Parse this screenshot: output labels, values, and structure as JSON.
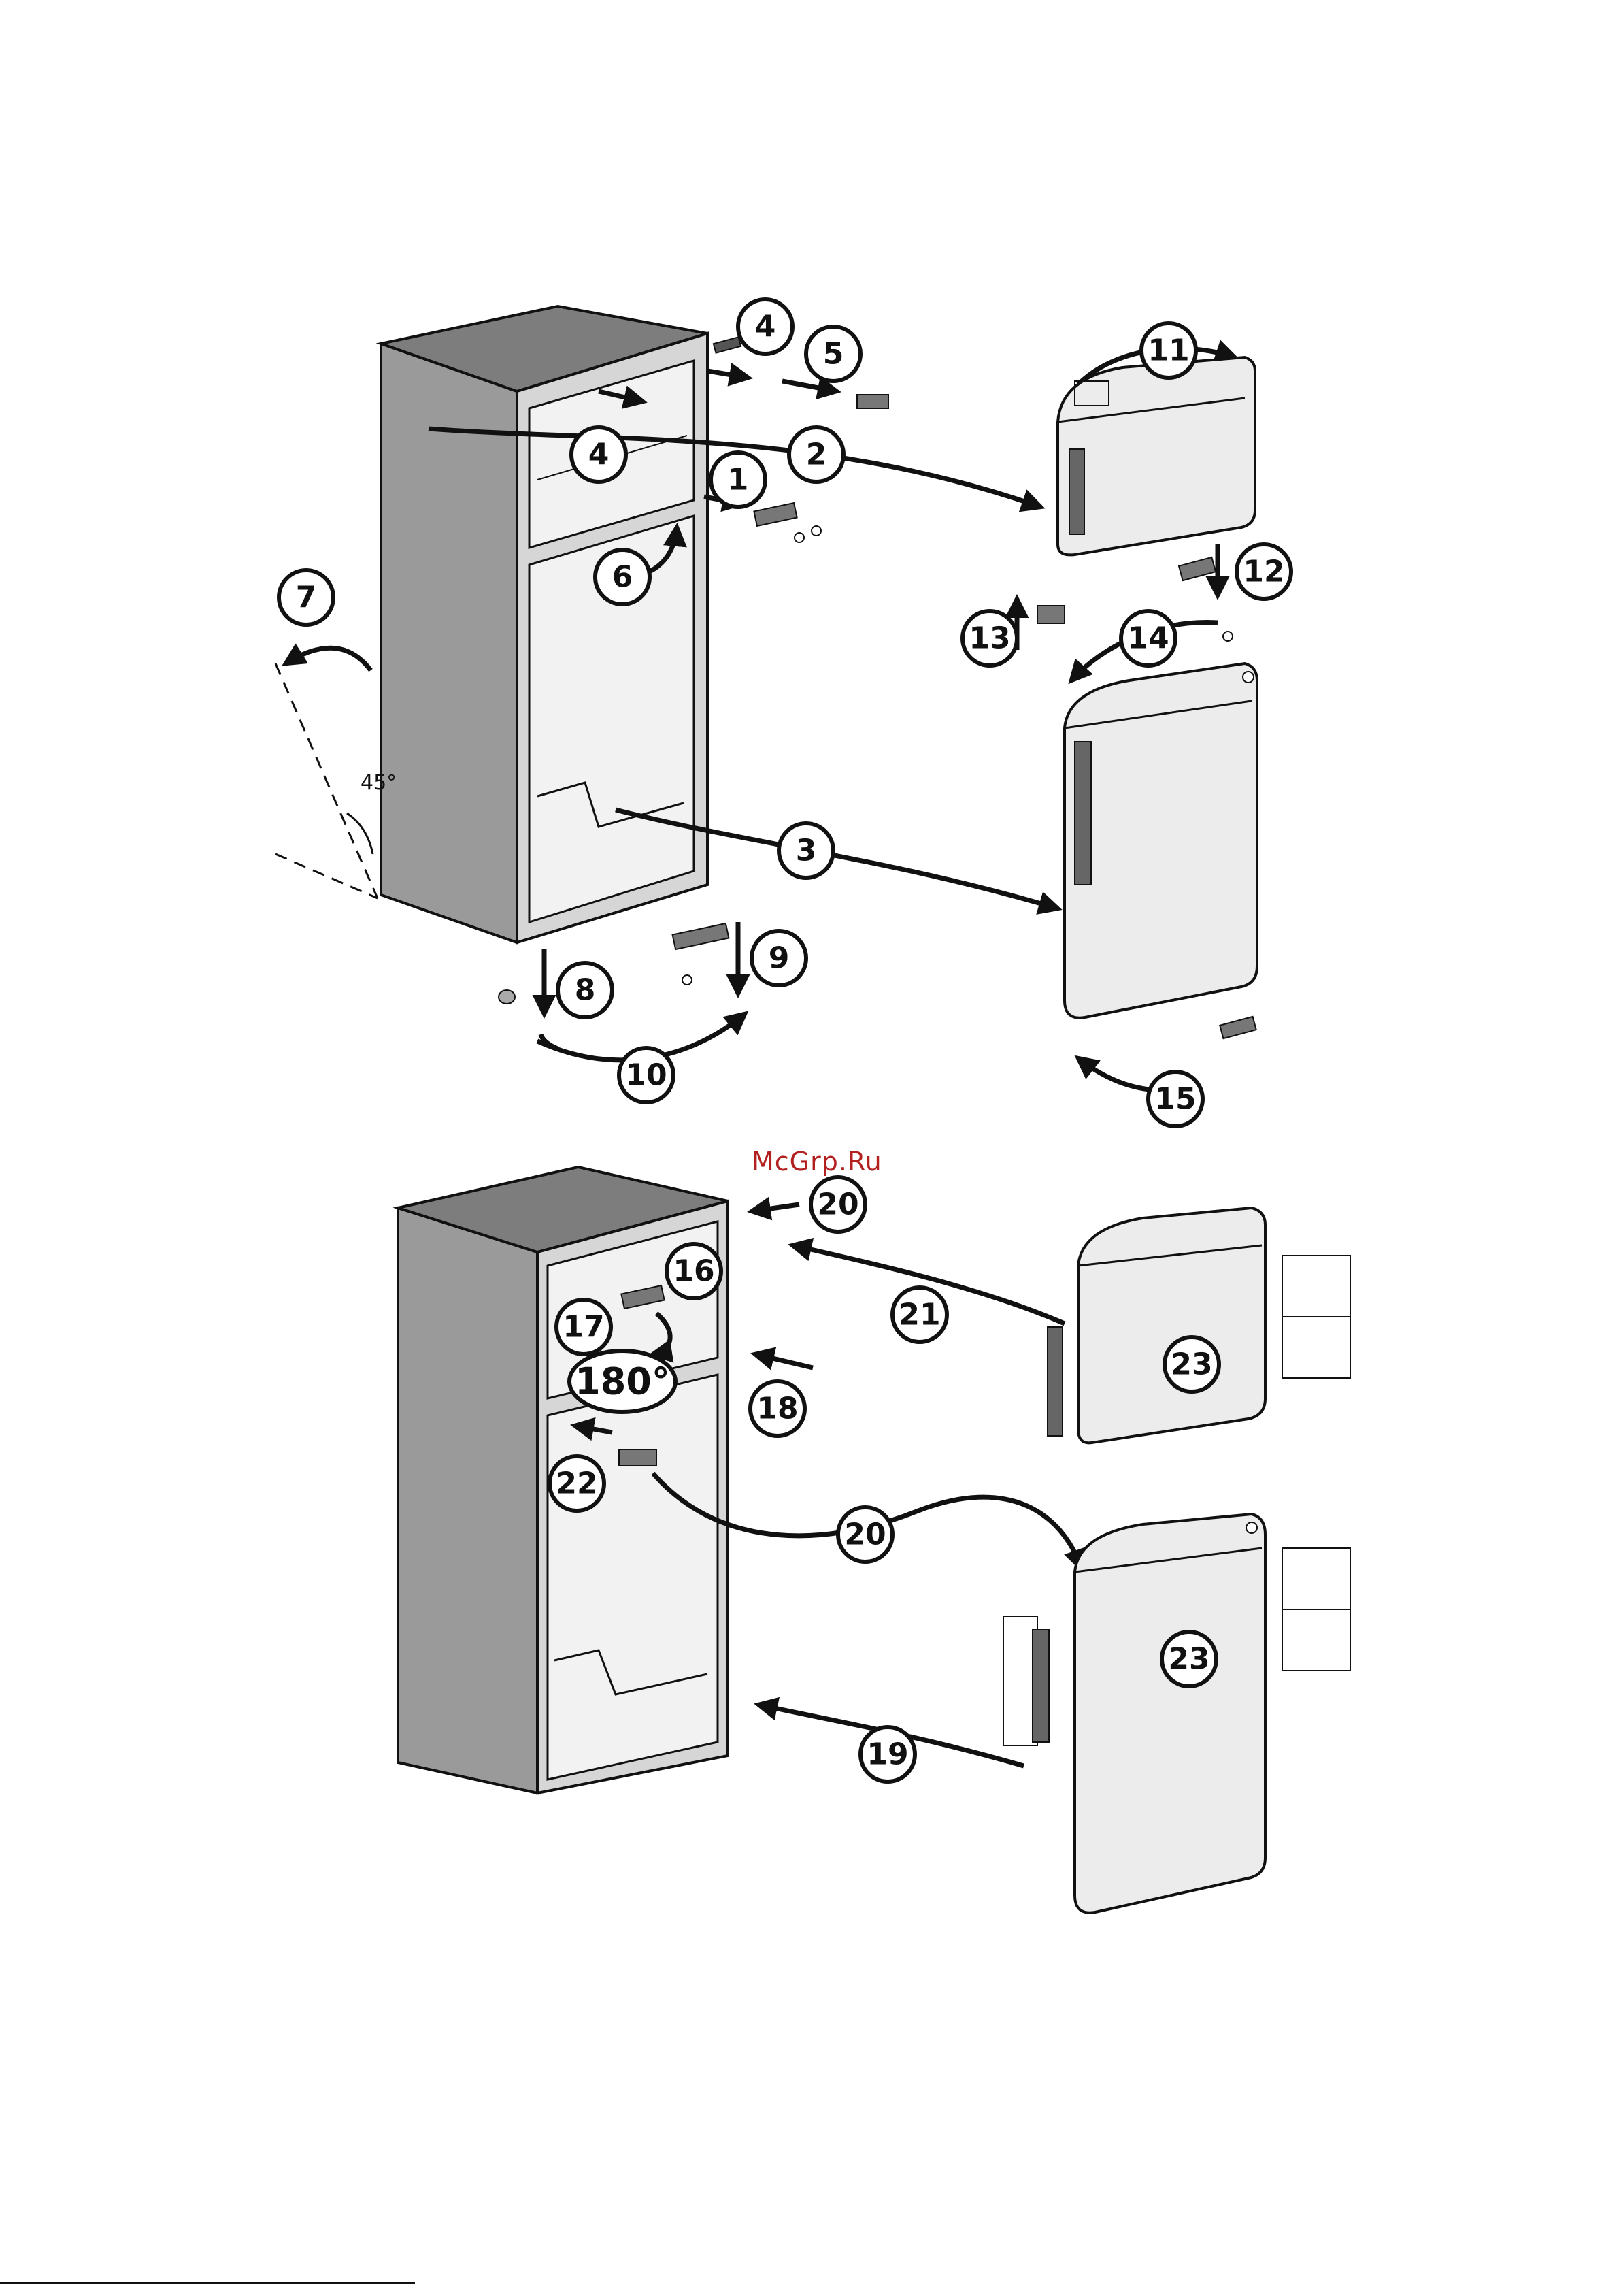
{
  "watermark": "McGrp.Ru",
  "angle_label": "45°",
  "rotate_label": "180°",
  "step_labels": [
    "1",
    "2",
    "3",
    "4",
    "5",
    "6",
    "7",
    "8",
    "9",
    "10",
    "11",
    "12",
    "13",
    "14",
    "15",
    "16",
    "17",
    "18",
    "19",
    "20",
    "21",
    "22",
    "23"
  ],
  "colors": {
    "line": "#111111",
    "cabinet_side": "#9a9a9a",
    "cabinet_top": "#7d7d7d",
    "door_face": "#ececec",
    "inner": "#f2f2f2"
  }
}
